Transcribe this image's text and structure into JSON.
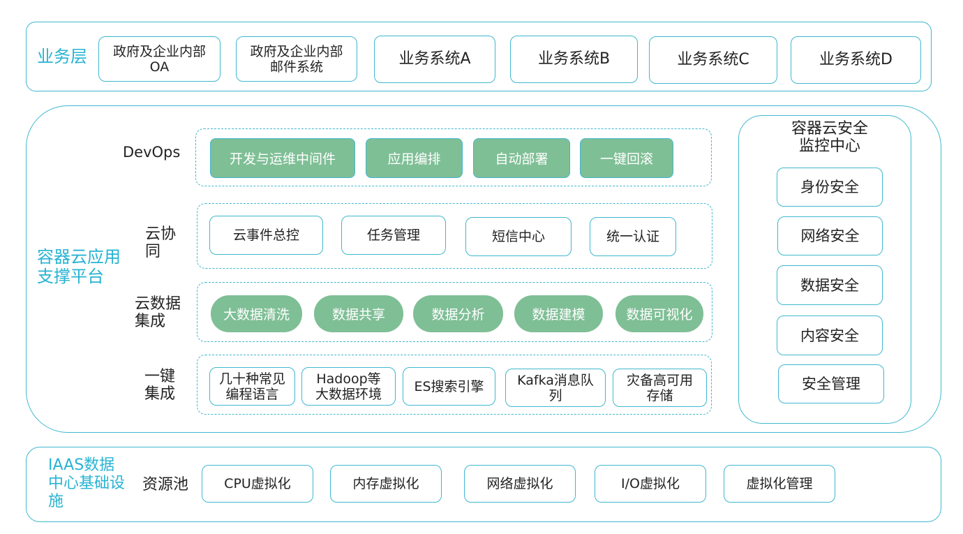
{
  "business_layer": {
    "label": "业务层",
    "items": [
      "政府及企业内部\nOA",
      "政府及企业内部\n邮件系统",
      "业务系统A",
      "业务系统B",
      "业务系统C",
      "业务系统D"
    ]
  },
  "platform": {
    "label": "容器云应用\n支撑平台",
    "devops": {
      "label": "DevOps",
      "items": [
        "开发与运维中间件",
        "应用编排",
        "自动部署",
        "一键回滚"
      ]
    },
    "cloud_collab": {
      "label": "云协\n同",
      "items": [
        "云事件总控",
        "任务管理",
        "短信中心",
        "统一认证"
      ]
    },
    "cloud_data": {
      "label": "云数据\n集成",
      "items": [
        "大数据清洗",
        "数据共享",
        "数据分析",
        "数据建模",
        "数据可视化"
      ]
    },
    "one_key": {
      "label": "一键\n集成",
      "items": [
        "几十种常见\n编程语言",
        "Hadoop等\n大数据环境",
        "ES搜索引擎",
        "Kafka消息队\n列",
        "灾备高可用\n存储"
      ]
    },
    "security": {
      "label": "容器云安全\n监控中心",
      "items": [
        "身份安全",
        "网络安全",
        "数据安全",
        "内容安全",
        "安全管理"
      ]
    }
  },
  "iaas": {
    "label": "IAAS数据\n中心基础设\n施",
    "pool_label": "资源池",
    "items": [
      "CPU虚拟化",
      "内存虚拟化",
      "网络虚拟化",
      "I/O虚拟化",
      "虚拟化管理"
    ]
  },
  "colors": {
    "accent": "#3fb7cf",
    "green": "#7fbf96",
    "label": "#27b3d3"
  }
}
